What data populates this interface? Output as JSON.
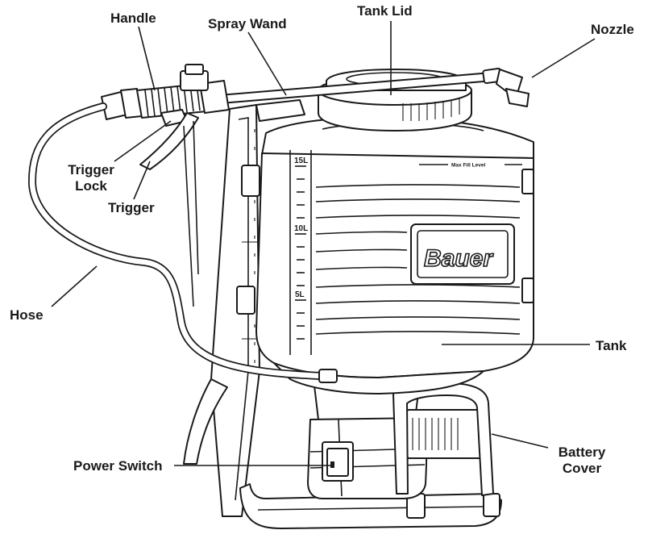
{
  "labels": {
    "handle": "Handle",
    "spray_wand": "Spray Wand",
    "tank_lid": "Tank Lid",
    "nozzle": "Nozzle",
    "trigger_lock_1": "Trigger",
    "trigger_lock_2": "Lock",
    "trigger": "Trigger",
    "hose": "Hose",
    "tank": "Tank",
    "battery_cover_1": "Battery",
    "battery_cover_2": "Cover",
    "power_switch": "Power Switch"
  },
  "tank_markings": {
    "max_fill": "Max Fill Level",
    "scale_15": "15L",
    "scale_10": "10L",
    "scale_5": "5L",
    "brand": "Bauer"
  }
}
